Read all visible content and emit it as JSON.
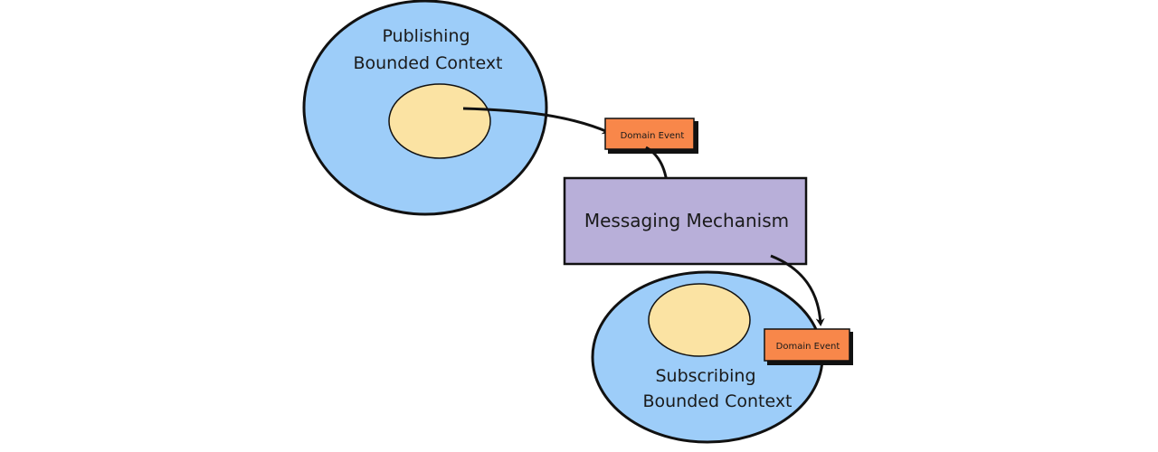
{
  "colors": {
    "context_fill": "#9dcdf9",
    "core_fill": "#fbe3a3",
    "event_fill": "#f8874a",
    "messaging_fill": "#b8afd9",
    "stroke": "#111111"
  },
  "publishing_context": {
    "line1": "Publishing",
    "line2": "Bounded Context"
  },
  "subscribing_context": {
    "line1": "Subscribing",
    "line2": "Bounded Context"
  },
  "domain_event_published": {
    "label": "Domain Event"
  },
  "domain_event_subscribed": {
    "label": "Domain Event"
  },
  "messaging_mechanism": {
    "label": "Messaging Mechanism"
  }
}
